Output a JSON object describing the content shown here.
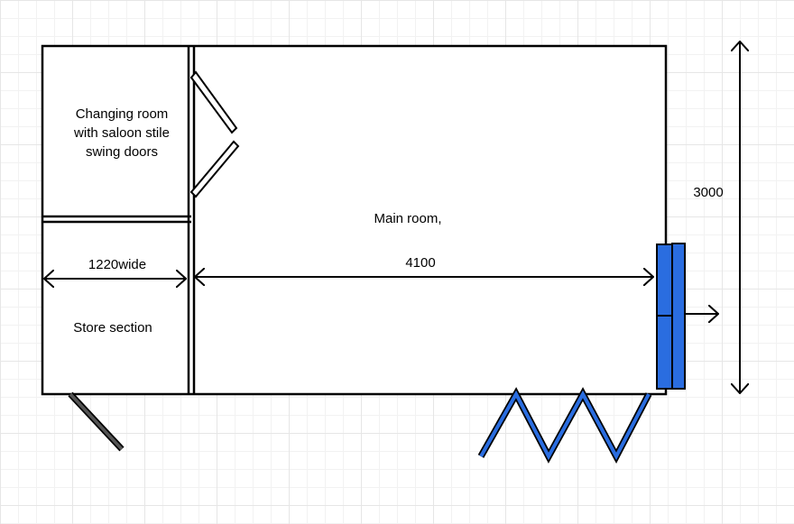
{
  "labels": {
    "changing_room_line1": "Changing room",
    "changing_room_line2": "with saloon stile",
    "changing_room_line3": "swing doors",
    "store_section": "Store section",
    "main_room": "Main room,",
    "dim_store_width": "1220wide",
    "dim_main_length": "4100",
    "dim_height": "3000"
  },
  "colors": {
    "wall": "#000000",
    "door_blue": "#2a6de0",
    "door_grey": "#555555",
    "background": "#ffffff"
  }
}
